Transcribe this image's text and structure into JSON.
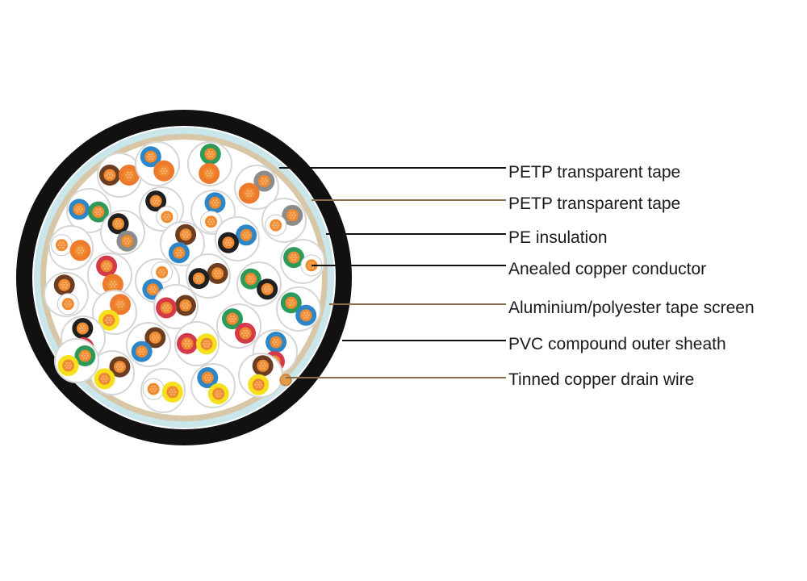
{
  "diagram": {
    "callouts": [
      {
        "id": "petp-inner",
        "text": "PETP transparent tape",
        "line_color": "#111111"
      },
      {
        "id": "petp-outer",
        "text": "PETP transparent tape",
        "line_color": "#8a6e4b"
      },
      {
        "id": "pe-insulation",
        "text": "PE insulation",
        "line_color": "#111111"
      },
      {
        "id": "conductor",
        "text": "Anealed copper conductor",
        "line_color": "#111111"
      },
      {
        "id": "screen",
        "text": "Aluminium/polyester tape screen",
        "line_color": "#8a6e4b"
      },
      {
        "id": "sheath",
        "text": "PVC compound outer sheath",
        "line_color": "#111111"
      },
      {
        "id": "drain",
        "text": "Tinned copper drain wire",
        "line_color": "#8a6e4b"
      }
    ],
    "colors": {
      "sheath": "#111111",
      "gap_white": "#ffffff",
      "light_blue_tape": "#c9e6ea",
      "screen_tan": "#d8c7a6",
      "core_fill": "#ffffff",
      "pair_ring": "#d6d6d6",
      "conductor_copper": "#f08a2e",
      "conductor_strand": "#f6b070",
      "drain_wire": "#e39a4a"
    },
    "insulation_colors": {
      "blue": "#2d86c8",
      "orange": "#ee7a2d",
      "green": "#2e9a5a",
      "brown": "#6b3e22",
      "grey": "#8c8c8c",
      "white": "#ffffff",
      "red": "#d43a4a",
      "black": "#202020",
      "yellow": "#f6e01c"
    },
    "pairs": [
      [
        "brown",
        "orange"
      ],
      [
        "blue",
        "orange"
      ],
      [
        "green",
        "orange"
      ],
      [
        "grey",
        "orange"
      ],
      [
        "blue",
        "green"
      ],
      [
        "black",
        "white"
      ],
      [
        "blue",
        "white"
      ],
      [
        "grey",
        "white"
      ],
      [
        "white",
        "orange"
      ],
      [
        "black",
        "grey"
      ],
      [
        "brown",
        "blue"
      ],
      [
        "blue",
        "black"
      ],
      [
        "green",
        "white"
      ],
      [
        "red",
        "orange"
      ],
      [
        "white",
        "blue"
      ],
      [
        "brown",
        "black"
      ],
      [
        "green",
        "black"
      ],
      [
        "brown",
        "white"
      ],
      [
        "orange",
        "yellow"
      ],
      [
        "brown",
        "red"
      ],
      [
        "green",
        "blue"
      ],
      [
        "black",
        "red"
      ],
      [
        "brown",
        "blue"
      ],
      [
        "red",
        "yellow"
      ],
      [
        "green",
        "red"
      ],
      [
        "blue",
        "red"
      ],
      [
        "brown",
        "yellow"
      ],
      [
        "white",
        "yellow"
      ],
      [
        "blue",
        "yellow"
      ],
      [
        "brown",
        "yellow"
      ],
      [
        "green",
        "yellow"
      ]
    ]
  }
}
